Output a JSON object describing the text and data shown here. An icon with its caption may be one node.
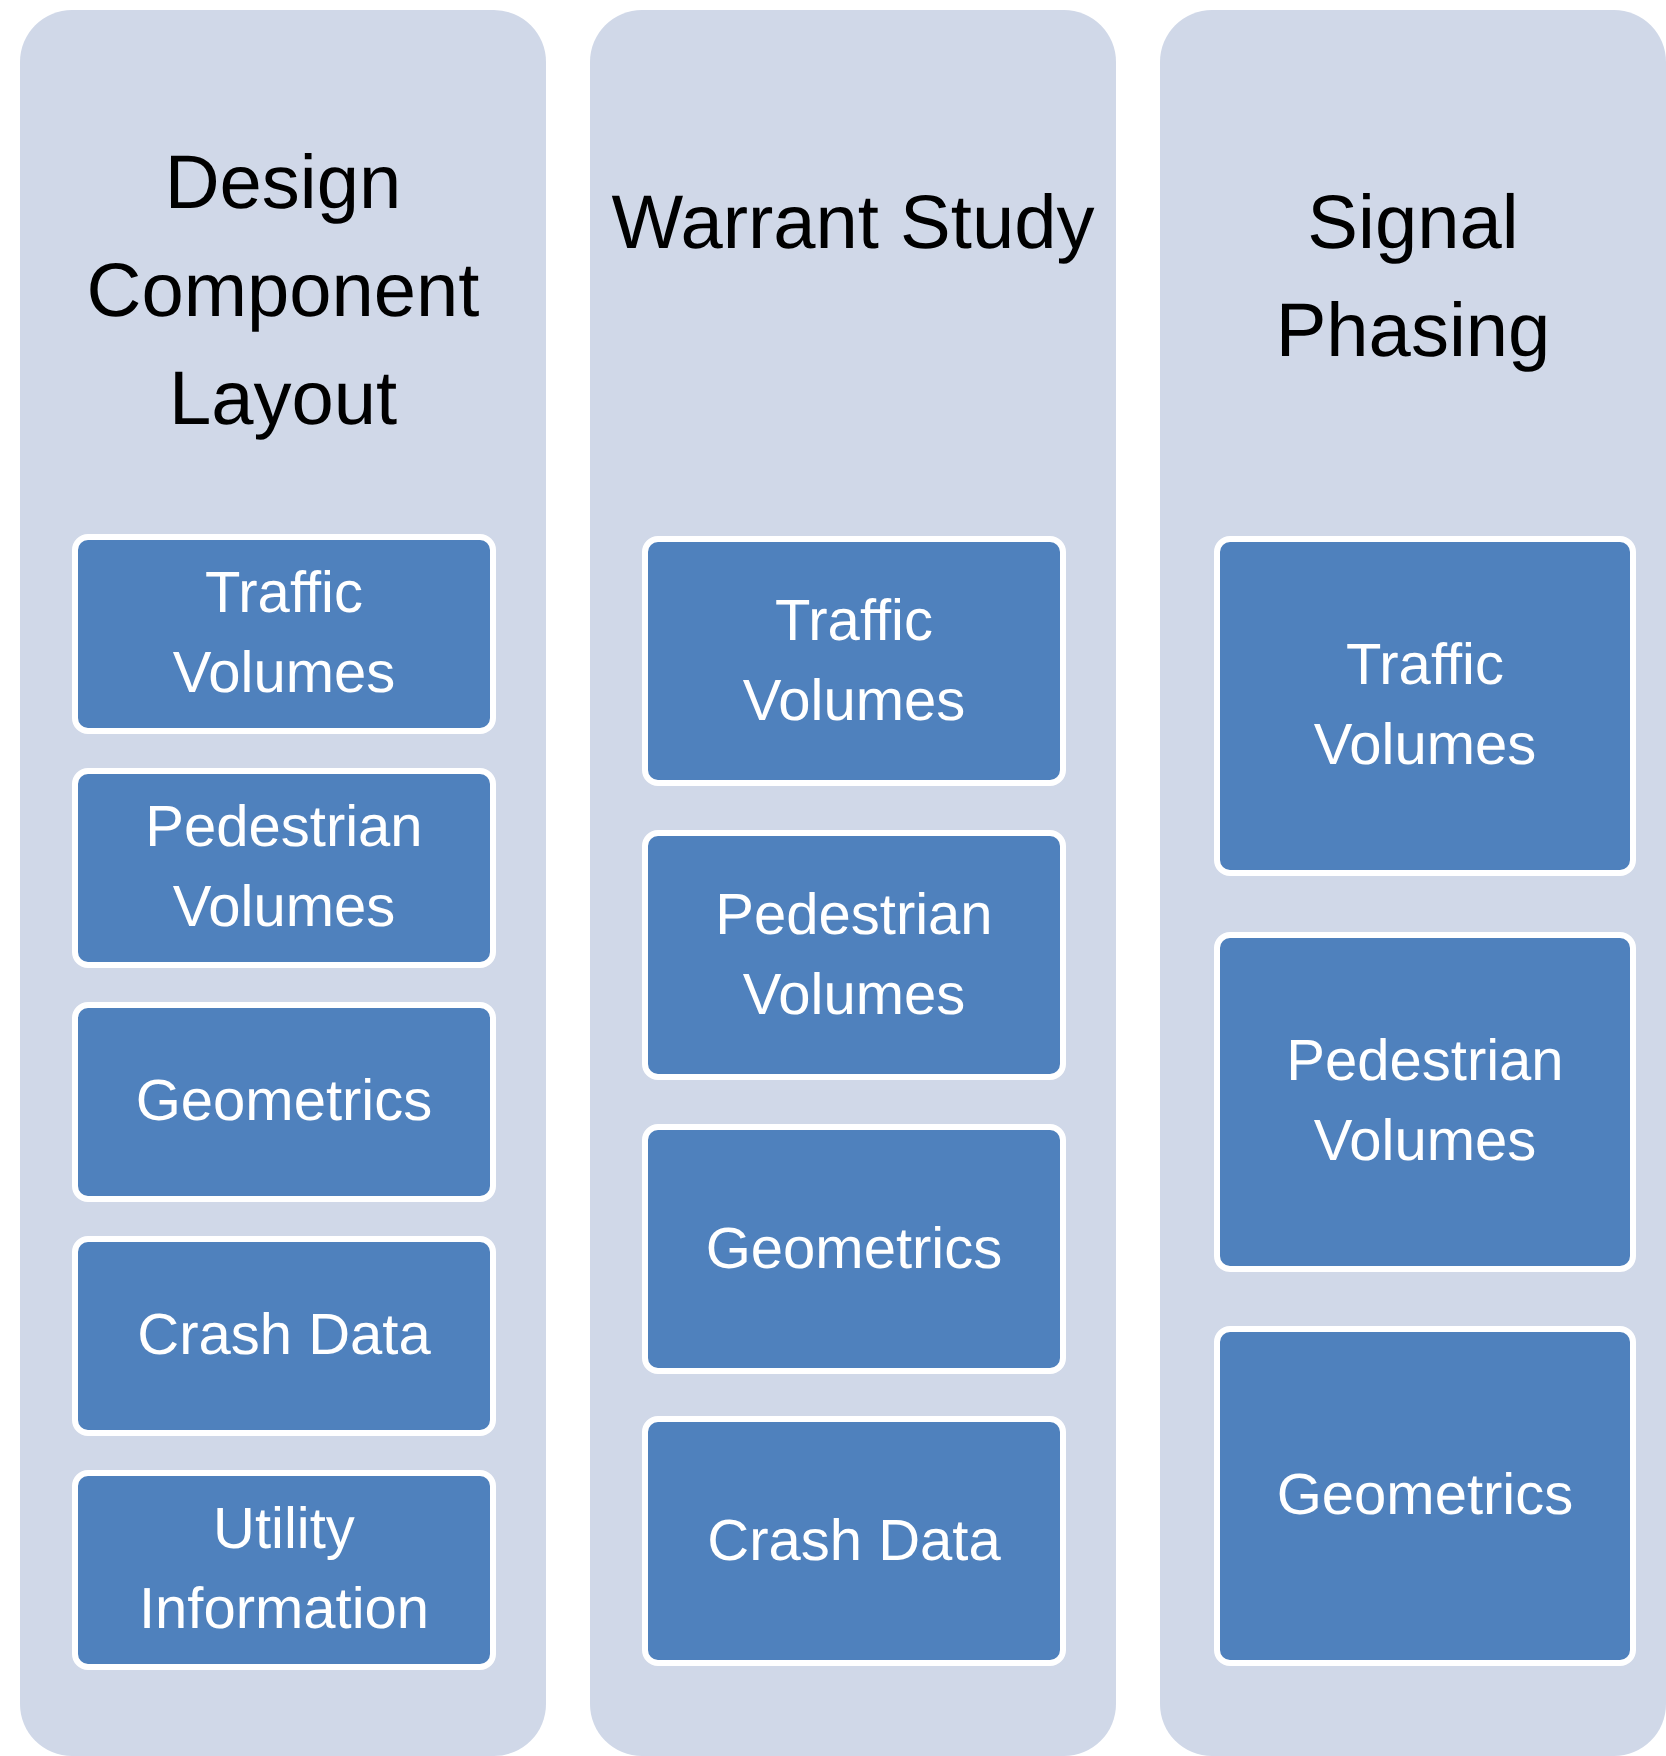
{
  "diagram": {
    "nodes": [
      {
        "text": [
          "Design Component Layout"
        ]
      },
      {
        "text": [
          "Traffic Volumes"
        ],
        "in": 0
      },
      {
        "text": [
          "Pedestrian Volumes"
        ],
        "in": 0
      },
      {
        "text": [
          "Geometrics"
        ],
        "in": 0
      },
      {
        "text": [
          "Crash Data"
        ],
        "in": 0
      },
      {
        "text": [
          "Utility Information"
        ],
        "in": 0
      },
      {
        "text": [
          "Warrant Study"
        ]
      },
      {
        "text": [
          "Traffic Volumes"
        ],
        "in": 6
      },
      {
        "text": [
          "Pedestrian Volumes"
        ],
        "in": 6
      },
      {
        "text": [
          "Geometrics"
        ],
        "in": 6
      },
      {
        "text": [
          "Crash Data"
        ],
        "in": 6
      },
      {
        "text": [
          "Signal Phasing"
        ]
      },
      {
        "text": [
          "Traffic Volumes"
        ],
        "in": 11
      },
      {
        "text": [
          "Pedestrian Volumes"
        ],
        "in": 11
      },
      {
        "text": [
          "Geometrics"
        ],
        "in": 11
      }
    ]
  }
}
